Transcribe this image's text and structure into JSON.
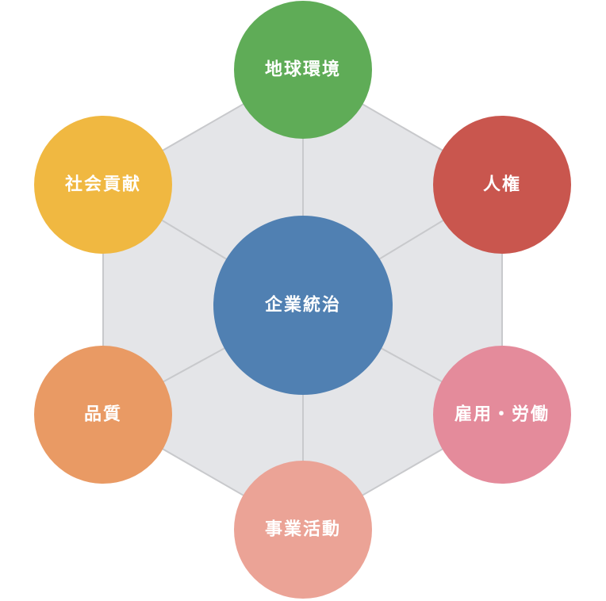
{
  "center": {
    "label": "企業統治",
    "color": "#5080b2"
  },
  "hexagon": {
    "fill": "#e4e5e8",
    "stroke": "#c8c9cc"
  },
  "nodes": [
    {
      "id": "environment",
      "label": "地球環境",
      "color": "#5fac57"
    },
    {
      "id": "human-rights",
      "label": "人権",
      "color": "#c9564e"
    },
    {
      "id": "employment",
      "label": "雇用・労働",
      "color": "#e48b9b"
    },
    {
      "id": "business",
      "label": "事業活動",
      "color": "#eba396"
    },
    {
      "id": "quality",
      "label": "品質",
      "color": "#e99a64"
    },
    {
      "id": "social",
      "label": "社会貢献",
      "color": "#f0b841"
    }
  ]
}
